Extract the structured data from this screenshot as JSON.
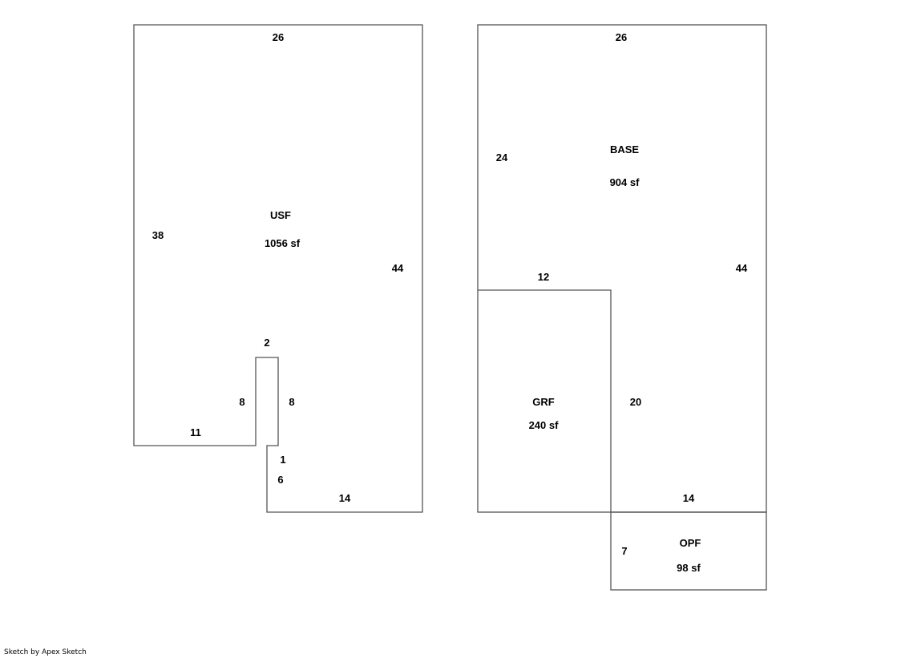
{
  "areas": {
    "usf": {
      "name": "USF",
      "area": "1056 sf"
    },
    "base": {
      "name": "BASE",
      "area": "904 sf"
    },
    "grf": {
      "name": "GRF",
      "area": "240 sf"
    },
    "opf": {
      "name": "OPF",
      "area": "98 sf"
    }
  },
  "usf_dims": {
    "top": "26",
    "left": "38",
    "right": "44",
    "notch_top": "2",
    "notch_left": "8",
    "notch_right": "8",
    "bottom_left": "11",
    "step": "1",
    "lower_left": "6",
    "bottom_right": "14"
  },
  "base_dims": {
    "top": "26",
    "left": "24",
    "right": "44",
    "grf_top": "12",
    "grf_right": "20",
    "bottom_right": "14",
    "opf_left": "7"
  },
  "footer": {
    "credit": "Sketch by Apex Sketch"
  }
}
